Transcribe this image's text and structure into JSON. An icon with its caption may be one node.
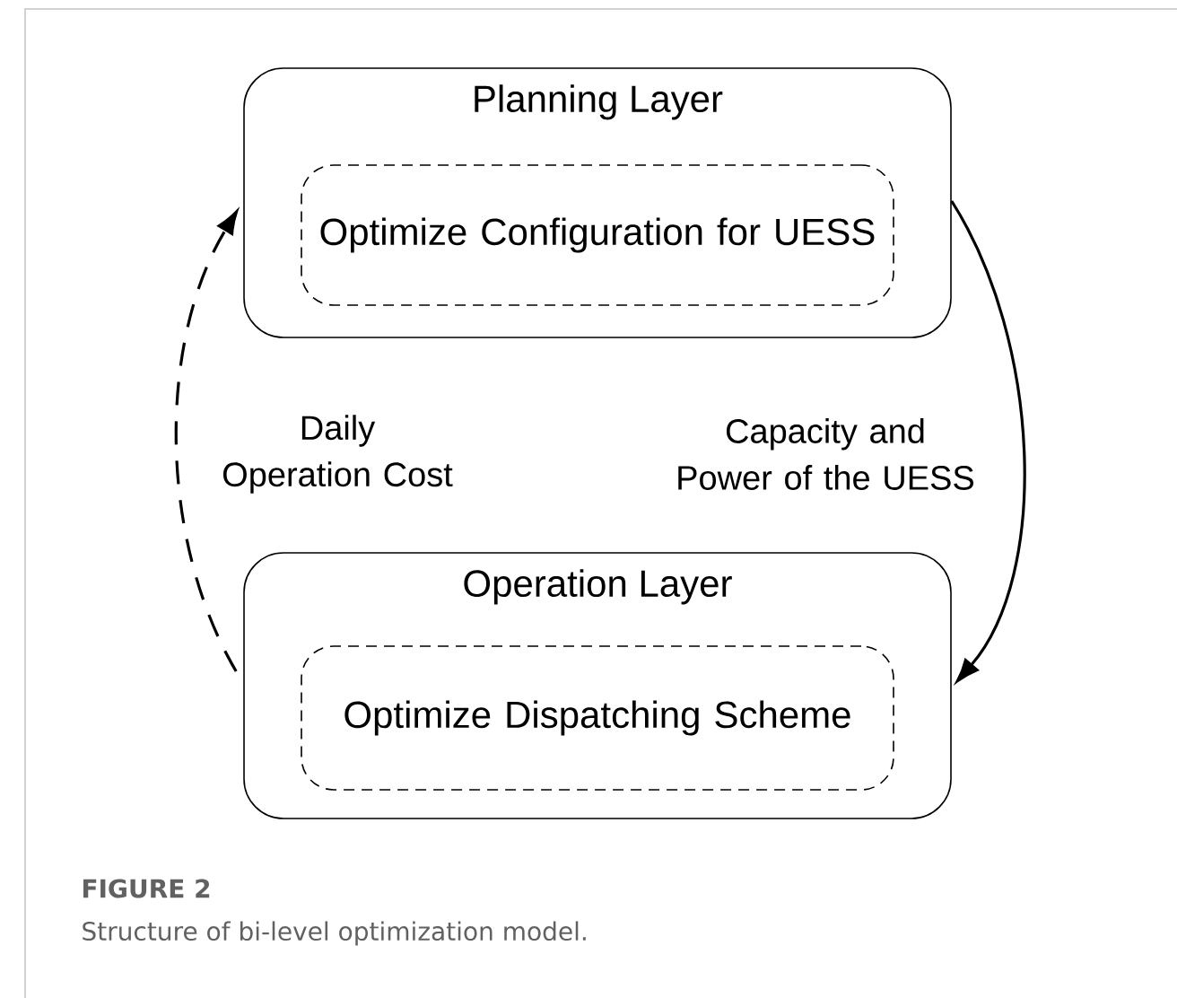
{
  "diagram": {
    "title": "FIGURE 2",
    "caption": "Structure of bi-level optimization model.",
    "nodes": [
      {
        "text": [
          "Planning Layer"
        ]
      },
      {
        "text": [
          "Optimize Configuration for UESS"
        ],
        "in": 0
      },
      {
        "text": [
          "Operation Layer"
        ]
      },
      {
        "text": [
          "Optimize Dispatching Scheme"
        ],
        "in": 2
      }
    ],
    "edges": [
      {
        "from": 2,
        "to": 0,
        "arrow": "to",
        "style": "dashed",
        "label": "Daily Operation Cost"
      },
      {
        "from": 0,
        "to": 2,
        "arrow": "to",
        "label": "Capacity and Power of the UESS"
      }
    ]
  }
}
